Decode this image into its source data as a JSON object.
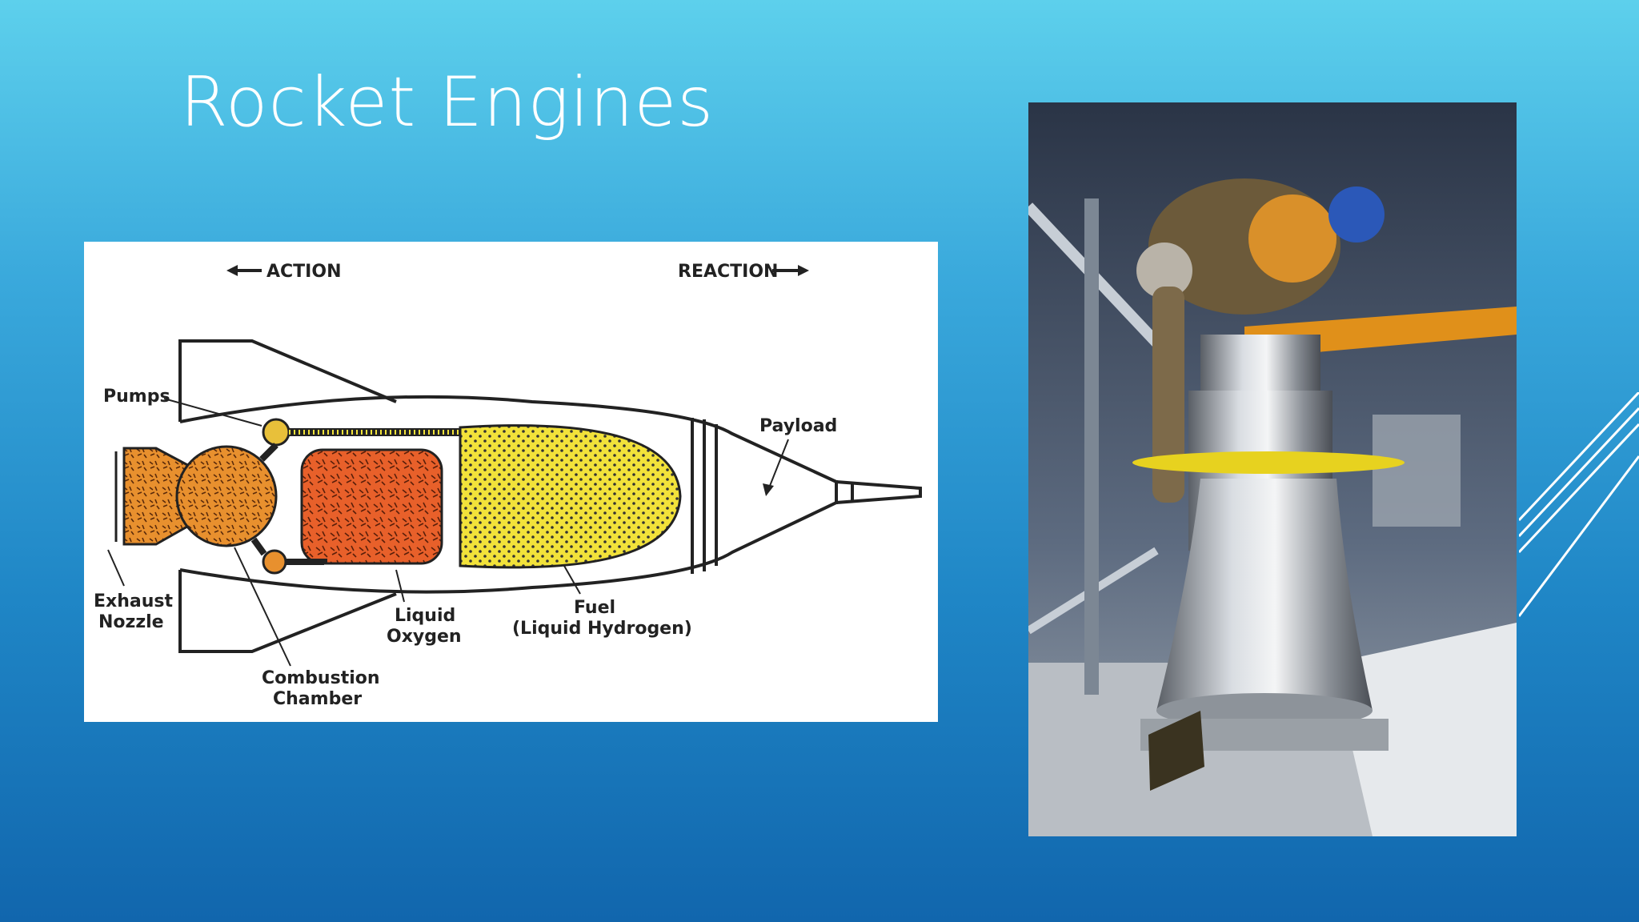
{
  "slide": {
    "title": "Rocket Engines"
  },
  "diagram": {
    "action_label": "ACTION",
    "reaction_label": "REACTION",
    "labels": {
      "pumps": "Pumps",
      "payload": "Payload",
      "exhaust_nozzle_line1": "Exhaust",
      "exhaust_nozzle_line2": "Nozzle",
      "liquid_oxygen_line1": "Liquid",
      "liquid_oxygen_line2": "Oxygen",
      "fuel_line1": "Fuel",
      "fuel_line2": "(Liquid Hydrogen)",
      "combustion_line1": "Combustion",
      "combustion_line2": "Chamber"
    },
    "colors": {
      "fuel": "#f2e23a",
      "oxygen": "#e8602a",
      "combustion": "#e8902e"
    }
  },
  "photo": {
    "subject": "rocket engine on museum display"
  }
}
